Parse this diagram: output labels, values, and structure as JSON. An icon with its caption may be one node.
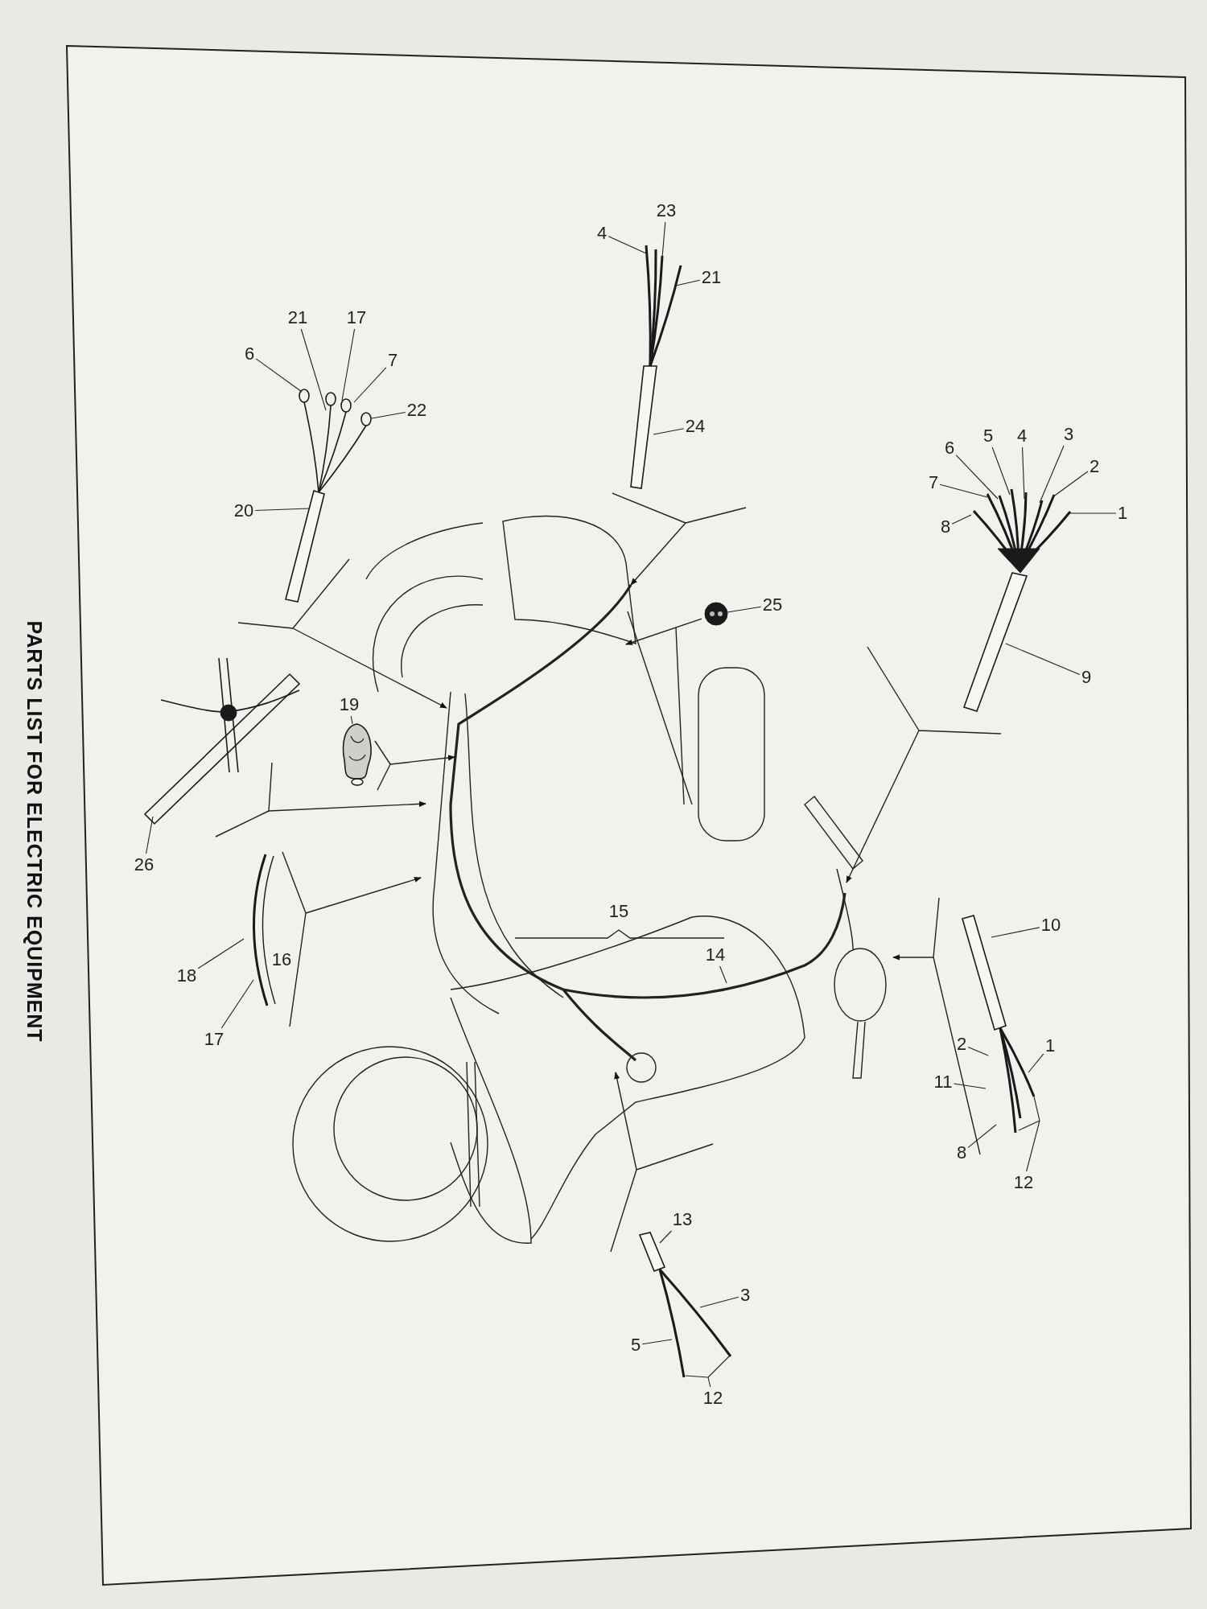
{
  "diagram": {
    "title": "PARTS LIST FOR ELECTRIC EQUIPMENT",
    "nodes": [
      {
        "text": [],
        "shape": "picture"
      },
      {
        "text": [
          "1"
        ]
      },
      {
        "text": [
          "2"
        ]
      },
      {
        "text": [
          "3"
        ]
      },
      {
        "text": [
          "4"
        ]
      },
      {
        "text": [
          "5"
        ]
      },
      {
        "text": [
          "6"
        ]
      },
      {
        "text": [
          "7"
        ]
      },
      {
        "text": [
          "8"
        ]
      },
      {
        "text": [
          "9"
        ]
      },
      {
        "text": [],
        "shape": "picture"
      },
      {
        "text": [
          "10"
        ]
      },
      {
        "text": [
          "1"
        ]
      },
      {
        "text": [
          "2"
        ]
      },
      {
        "text": [
          "11"
        ]
      },
      {
        "text": [
          "8"
        ]
      },
      {
        "text": [
          "12"
        ]
      },
      {
        "text": [],
        "shape": "picture"
      },
      {
        "text": [
          "13"
        ]
      },
      {
        "text": [
          "3"
        ]
      },
      {
        "text": [
          "5"
        ]
      },
      {
        "text": [
          "12"
        ]
      },
      {
        "text": [],
        "shape": "picture"
      },
      {
        "text": [
          "23"
        ]
      },
      {
        "text": [
          "4"
        ]
      },
      {
        "text": [
          "21"
        ]
      },
      {
        "text": [
          "24"
        ]
      },
      {
        "text": [],
        "shape": "picture"
      },
      {
        "text": [
          "6"
        ]
      },
      {
        "text": [
          "21"
        ]
      },
      {
        "text": [
          "17"
        ]
      },
      {
        "text": [
          "7"
        ]
      },
      {
        "text": [
          "22"
        ]
      },
      {
        "text": [
          "20"
        ]
      },
      {
        "text": [],
        "shape": "picture"
      },
      {
        "text": [
          "18"
        ]
      },
      {
        "text": [
          "17"
        ]
      },
      {
        "text": [],
        "shape": "picture"
      },
      {
        "text": [
          "26"
        ]
      },
      {
        "text": [],
        "shape": "picture"
      },
      {
        "text": [
          "19"
        ]
      },
      {
        "text": [],
        "shape": "picture"
      },
      {
        "text": [
          "25"
        ]
      },
      {
        "text": [
          "14"
        ]
      }
    ],
    "edges": [
      {
        "from": 1,
        "to": 0,
        "arrow": "none"
      },
      {
        "from": 2,
        "to": 0,
        "arrow": "none"
      },
      {
        "from": 3,
        "to": 0,
        "arrow": "none"
      },
      {
        "from": 4,
        "to": 0,
        "arrow": "none"
      },
      {
        "from": 5,
        "to": 0,
        "arrow": "none"
      },
      {
        "from": 6,
        "to": 0,
        "arrow": "none"
      },
      {
        "from": 7,
        "to": 0,
        "arrow": "none"
      },
      {
        "from": 8,
        "to": 0,
        "arrow": "none"
      },
      {
        "from": 9,
        "to": 0,
        "arrow": "none"
      },
      {
        "from": 11,
        "to": 10,
        "arrow": "none"
      },
      {
        "from": 12,
        "to": 10,
        "arrow": "none"
      },
      {
        "from": 13,
        "to": 10,
        "arrow": "none"
      },
      {
        "from": 14,
        "to": 10,
        "arrow": "none"
      },
      {
        "from": 15,
        "to": 10,
        "arrow": "none"
      },
      {
        "from": 16,
        "to": 10,
        "arrow": "none"
      },
      {
        "from": 18,
        "to": 17,
        "arrow": "none"
      },
      {
        "from": 19,
        "to": 17,
        "arrow": "none"
      },
      {
        "from": 20,
        "to": 17,
        "arrow": "none"
      },
      {
        "from": 21,
        "to": 17,
        "arrow": "none"
      },
      {
        "from": 23,
        "to": 22,
        "arrow": "none"
      },
      {
        "from": 24,
        "to": 22,
        "arrow": "none"
      },
      {
        "from": 25,
        "to": 22,
        "arrow": "none"
      },
      {
        "from": 26,
        "to": 22,
        "arrow": "none"
      },
      {
        "from": 28,
        "to": 27,
        "arrow": "none"
      },
      {
        "from": 29,
        "to": 27,
        "arrow": "none"
      },
      {
        "from": 30,
        "to": 27,
        "arrow": "none"
      },
      {
        "from": 31,
        "to": 27,
        "arrow": "none"
      },
      {
        "from": 32,
        "to": 27,
        "arrow": "none"
      },
      {
        "from": 33,
        "to": 27,
        "arrow": "none"
      },
      {
        "from": 35,
        "to": 34,
        "arrow": "none"
      },
      {
        "from": 36,
        "to": 34,
        "arrow": "none"
      },
      {
        "from": 38,
        "to": 37,
        "arrow": "none"
      },
      {
        "from": 40,
        "to": 39,
        "arrow": "none"
      },
      {
        "from": 42,
        "to": 41,
        "arrow": "none"
      },
      {
        "from": 43,
        "to": null,
        "arrow": "none"
      },
      {
        "from": 0,
        "to": null,
        "arrow": "to"
      },
      {
        "from": 22,
        "to": null,
        "arrow": "to"
      },
      {
        "from": 41,
        "to": null,
        "arrow": "to"
      },
      {
        "from": 27,
        "to": null,
        "arrow": "to"
      },
      {
        "from": 39,
        "to": null,
        "arrow": "to"
      },
      {
        "from": 37,
        "to": null,
        "arrow": "to"
      },
      {
        "from": 34,
        "to": null,
        "arrow": "to"
      },
      {
        "from": 10,
        "to": null,
        "arrow": "to"
      },
      {
        "from": 17,
        "to": null,
        "arrow": "to"
      }
    ],
    "labels": [
      "15",
      "16"
    ]
  }
}
